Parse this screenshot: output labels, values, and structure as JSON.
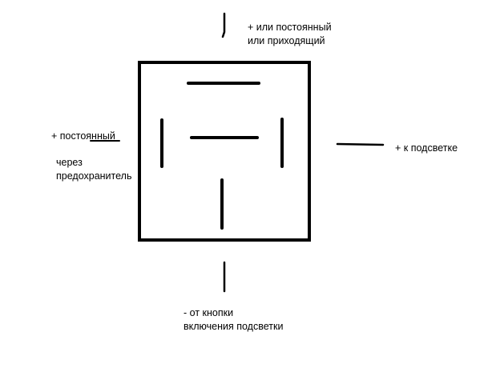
{
  "relay_diagram": {
    "labels": {
      "top": {
        "line1": "+ или постоянный",
        "line2": "или приходящий"
      },
      "left": {
        "line1": "+ постоянный",
        "line2": "через",
        "line3": "предохранитель"
      },
      "right": {
        "line1": "+ к подсветке"
      },
      "bottom": {
        "line1": "- от кнопки",
        "line2": "включения подсветки"
      }
    }
  }
}
